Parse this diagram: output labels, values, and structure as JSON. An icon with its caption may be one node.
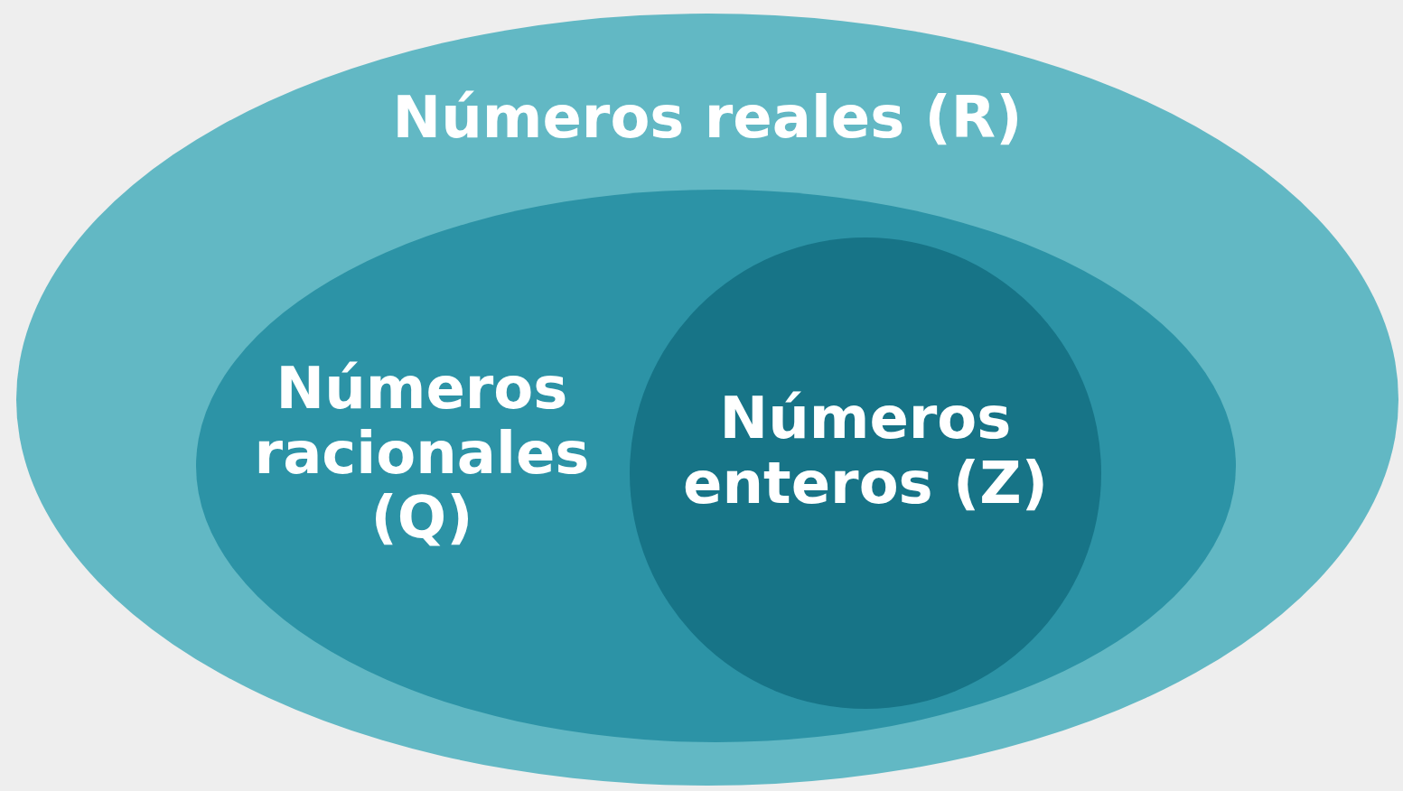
{
  "diagram": {
    "nodes": [
      {
        "text": [
          "Números reales (R)"
        ]
      },
      {
        "text": [
          "Números racionales (Q)"
        ],
        "in": 0
      },
      {
        "text": [
          "Números enteros (Z)"
        ],
        "in": 1
      }
    ]
  }
}
